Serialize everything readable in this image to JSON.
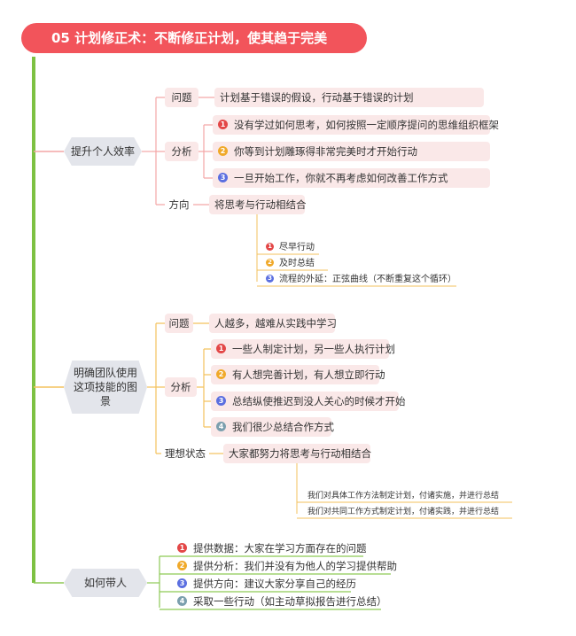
{
  "title": "05 计划修正术：不断修正计划，使其趋于完美",
  "colors": {
    "title_bg": "#f2545b",
    "spine": "#7dc142",
    "pink_branch": "#f4a6a6",
    "yellow_branch": "#f3c25e",
    "green_branch": "#8dc955",
    "node_bg": "#e3e5eb",
    "pill_bg": "#fae8e8"
  },
  "section1": {
    "label": "提升个人效率",
    "problem_label": "问题",
    "problem_text": "计划基于错误的假设，行动基于错误的计划",
    "analysis_label": "分析",
    "analysis_items": [
      {
        "num": "1",
        "text": "没有学过如何思考，如何按照一定顺序提问的思维组织框架"
      },
      {
        "num": "2",
        "text": "你等到计划雕琢得非常完美时才开始行动"
      },
      {
        "num": "3",
        "text": "一旦开始工作，你就不再考虑如何改善工作方式"
      }
    ],
    "direction_label": "方向",
    "direction_text": "将思考与行动相结合",
    "direction_items": [
      {
        "num": "1",
        "text": "尽早行动"
      },
      {
        "num": "2",
        "text": "及时总结"
      },
      {
        "num": "3",
        "text": "流程的外延：正弦曲线（不断重复这个循环）"
      }
    ]
  },
  "section2": {
    "label": "明确团队使用 这项技能的图景",
    "problem_label": "问题",
    "problem_text": "人越多，越难从实践中学习",
    "analysis_label": "分析",
    "analysis_items": [
      {
        "num": "1",
        "text": "一些人制定计划，另一些人执行计划"
      },
      {
        "num": "2",
        "text": "有人想完善计划，有人想立即行动"
      },
      {
        "num": "3",
        "text": "总结纵使推迟到没人关心的时候才开始"
      },
      {
        "num": "4",
        "text": "我们很少总结合作方式"
      }
    ],
    "ideal_label": "理想状态",
    "ideal_text": "大家都努力将思考与行动相结合",
    "ideal_items": [
      "我们对具体工作方法制定计划，付诸实施，并进行总结",
      "我们对共同工作方式制定计划，付诸实践，并进行总结"
    ]
  },
  "section3": {
    "label": "如何带人",
    "items": [
      {
        "num": "1",
        "text": "提供数据：大家在学习方面存在的问题"
      },
      {
        "num": "2",
        "text": "提供分析：我们并没有为他人的学习提供帮助"
      },
      {
        "num": "3",
        "text": "提供方向：建议大家分享自己的经历"
      },
      {
        "num": "4",
        "text": "采取一些行动（如主动草拟报告进行总结）"
      }
    ]
  }
}
